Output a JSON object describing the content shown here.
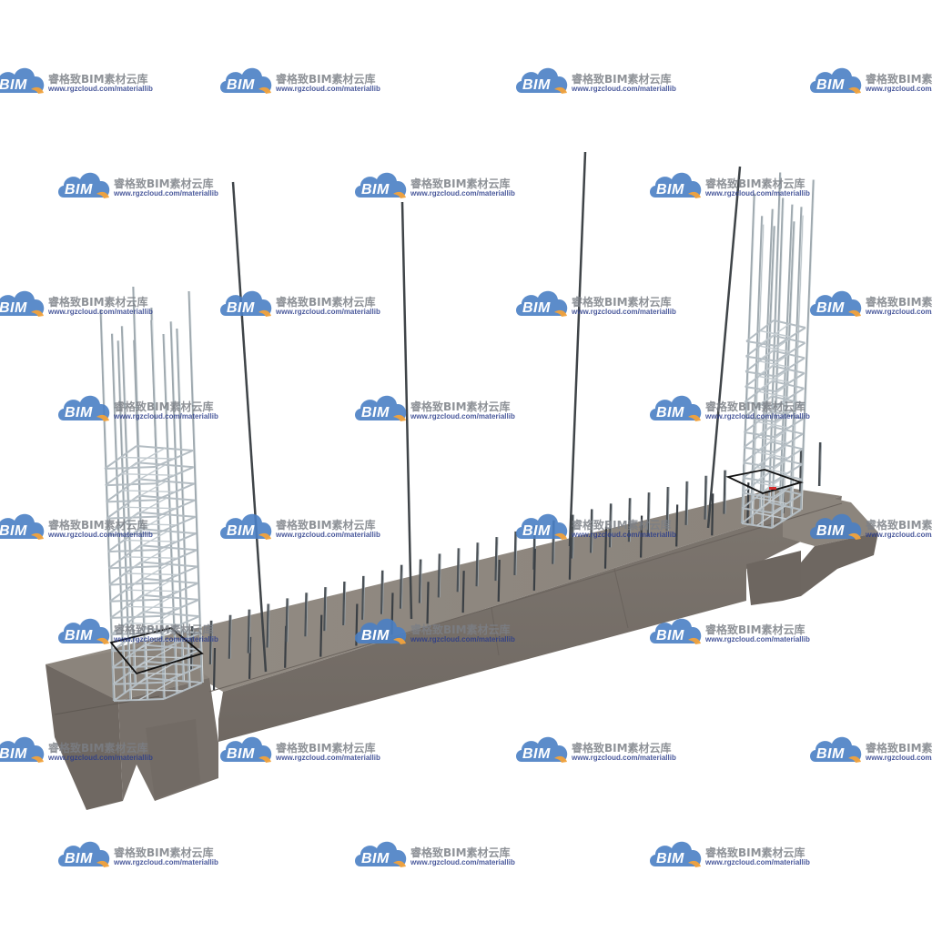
{
  "watermark": {
    "brand": "BIM",
    "title": "睿格致BIM素材云库",
    "url": "www.rgzcloud.com/materiallib",
    "cloud_color": "#4a7fc4",
    "accent_color": "#f2a23a"
  },
  "colors": {
    "concrete_top": "#8e8780",
    "concrete_front": "#7a736c",
    "concrete_side": "#6b645e",
    "rebar_light": "#b9c2c8",
    "rebar_dark": "#3f4448"
  }
}
